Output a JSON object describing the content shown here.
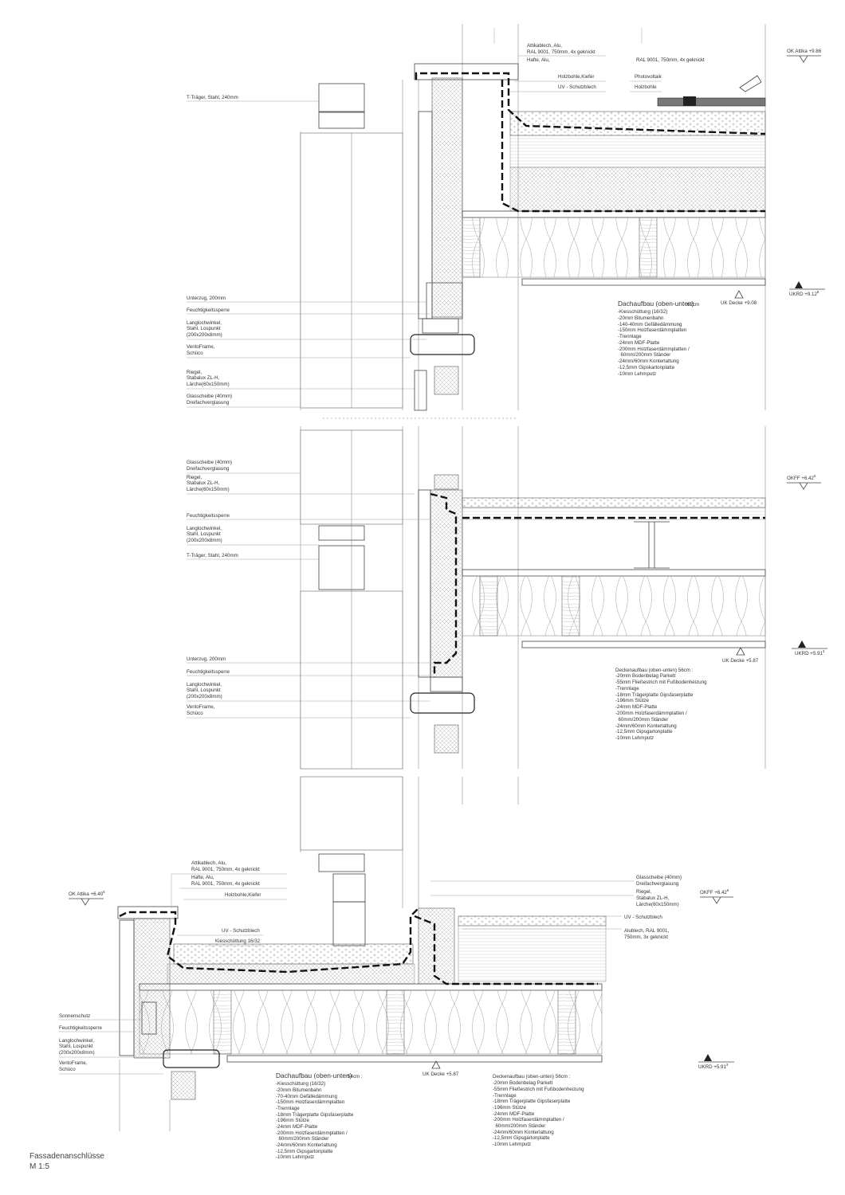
{
  "sheet": {
    "title": "Fassadenanschlüsse",
    "scale": "M 1:5"
  },
  "detail1": {
    "labels_left": [
      "T-Träger, Stahl, 240mm",
      "Unterzug, 200mm",
      "Feuchtigkeitssperre",
      "Langlochwinkel,",
      "Stahl, Lospunkt",
      "(200x200x8mm)",
      "VentoFrame,",
      "Schüco",
      "Riegel,",
      "Stabalux ZL-H,",
      "Lärche(60x150mm)",
      "Glasscheibe (40mm)",
      "Dreifachverglasung"
    ],
    "labels_top": [
      "Attikablech, Alu,",
      "RAL 9001, 750mm, 4x geknickt",
      "Hafte, Alu,",
      "RAL 9001, 750mm, 4x geknickt",
      "Holzbohle,Kiefer",
      "UV - Schutzblech",
      "Photovoltaik",
      "Holzbohle"
    ],
    "levels": {
      "ok_attika": "OK Attika +9.86",
      "uk_decke": "UK Decke +9.08",
      "ukrd": "UKRD +9.12",
      "ukrd_sup": "8"
    },
    "buildup_title": "Dachaufbau (oben-unten)",
    "buildup_thickness": "62cm",
    "buildup": [
      "-Kiesschüttung (16/32)",
      "-20mm Bitumenbahn",
      "-140-40mm Gefälledämmung",
      "-150mm Holzfaserdämmplatten",
      "-Trennlage",
      "-24mm MDF-Platte",
      "-200mm Holzfaserdämmplatten /",
      "  60mm/200mm Ständer",
      "-24mm/60mm Konterlattung",
      "-12,5mm Gipskartonplatte",
      "-10mm Lehmputz"
    ]
  },
  "detail2": {
    "labels_left": [
      "Glasscheibe (40mm)",
      "Dreifachverglasung",
      "Riegel,",
      "Stabalux ZL-H,",
      "Lärche(60x150mm)",
      "Feuchtigkeitssperre",
      "Langlochwinkel,",
      "Stahl, Lospunkt",
      "(200x200x8mm)",
      "T-Träger, Stahl, 240mm",
      "Unterzug, 200mm",
      "Feuchtigkeitssperre",
      "Langlochwinkel,",
      "Stahl, Lospunkt",
      "(200x200x8mm)",
      "VentoFrame,",
      "Schüco"
    ],
    "levels": {
      "okff": "OKFF +6.42",
      "okff_sup": "6",
      "uk_decke": "UK Decke +5.87",
      "ukrd": "UKRD +5.91",
      "ukrd_sup": "3"
    },
    "buildup_title": "Deckenaufbau (oben-unten) 56cm :",
    "buildup": [
      "-20mm Bodenbelag Parkett",
      "-55mm Fließestrich mit Fußbodenheizung",
      "-Trennlage",
      "-18mm Trägerplatte Gipsfaserplatte",
      "-196mm Stütze",
      "-24mm MDF-Platte",
      "-200mm Holzfaserdämmplatten /",
      "  60mm/200mm Ständer",
      "-24mm/60mm Konterlattung",
      "-12,5mm Gipsgartonplatte",
      "-10mm Lehmputz"
    ]
  },
  "detail3": {
    "labels_top": [
      "Attikablech, Alu,",
      "RAL 9001, 750mm, 4x geknickt",
      "Hafte, Alu,",
      "RAL 9001, 750mm, 4x geknickt",
      "Holzbohle,Kiefer",
      "UV - Schutzblech",
      "Kiesschüttung 16/32"
    ],
    "labels_left": [
      "Sonnenschutz",
      "Feuchtigkeitssperre",
      "Langlochwinkel,",
      "Stahl, Lospunkt",
      "(200x200x8mm)",
      "VentoFrame,",
      "Schüco"
    ],
    "labels_right": [
      "Glasscheibe (40mm)",
      "Dreifachverglasung",
      "Riegel,",
      "Stabalux ZL-H,",
      "Lärche(60x150mm)",
      "UV - Schutzblech",
      "Alublech, RAL 9001,",
      "750mm, 3x geknickt"
    ],
    "levels": {
      "ok_attika": "OK Attika +6.40",
      "ok_attika_sup": "6",
      "okff": "OKFF +6.42",
      "okff_sup": "6",
      "uk_decke": "UK Decke +5.87",
      "ukrd": "UKRD +5.91",
      "ukrd_sup": "3"
    },
    "roof_title": "Dachaufbau (oben-unten)",
    "roof_thickness": "54cm :",
    "roof_buildup": [
      "-Kiesschüttung (16/32)",
      "-20mm Bitumenbahn",
      "-70-40mm Gefälledämmung",
      "-150mm Holzfaserdämmplatten",
      "-Trennlage",
      "-18mm Trägerplatte Gipsfaserplatte",
      "-196mm Stütze",
      "-24mm MDF-Platte",
      "-200mm Holzfaserdämmplatten /",
      "  60mm/200mm Ständer",
      "-24mm/60mm Konterlattung",
      "-12,5mm Gipsgartonplatte",
      "-10mm Lehmputz"
    ],
    "floor_title": "Deckenaufbau (oben-unten) 56cm :",
    "floor_buildup": [
      "-20mm Bodenbelag Parkett",
      "-55mm Fließestrich mit Fußbodenheizung",
      "-Trennlage",
      "-18mm Trägerplatte Gipsfaserplatte",
      "-196mm Stütze",
      "-24mm MDF-Platte",
      "-200mm Holzfaserdämmplatten /",
      "  60mm/200mm Ständer",
      "-24mm/60mm Konterlattung",
      "-12,5mm Gipsgartonplatte",
      "-10mm Lehmputz"
    ]
  }
}
